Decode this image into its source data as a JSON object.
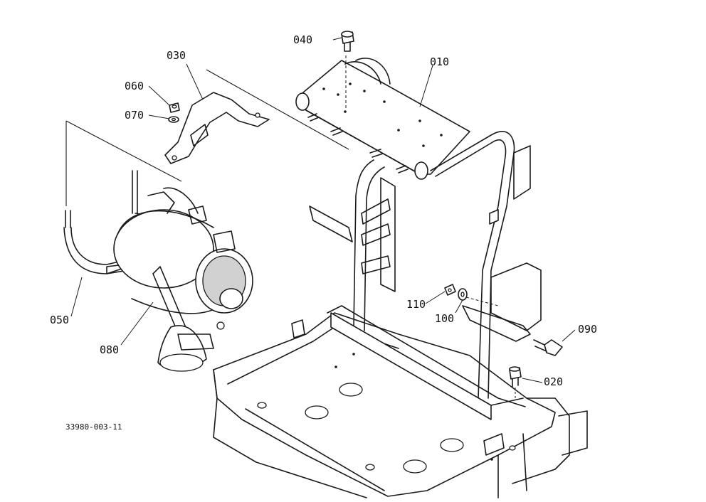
{
  "parts": [
    {
      "id": "p010",
      "label": "010"
    },
    {
      "id": "p020",
      "label": "020"
    },
    {
      "id": "p030",
      "label": "030"
    },
    {
      "id": "p040",
      "label": "040"
    },
    {
      "id": "p050",
      "label": "050"
    },
    {
      "id": "p060",
      "label": "060"
    },
    {
      "id": "p070",
      "label": "070"
    },
    {
      "id": "p080",
      "label": "080"
    },
    {
      "id": "p090",
      "label": "090"
    },
    {
      "id": "p100",
      "label": "100"
    },
    {
      "id": "p110",
      "label": "110"
    }
  ],
  "reference_code": "33980-003-11",
  "colors": {
    "ink": "#1a1a1a",
    "paper": "#ffffff",
    "insulation": "#9a9a9a"
  }
}
